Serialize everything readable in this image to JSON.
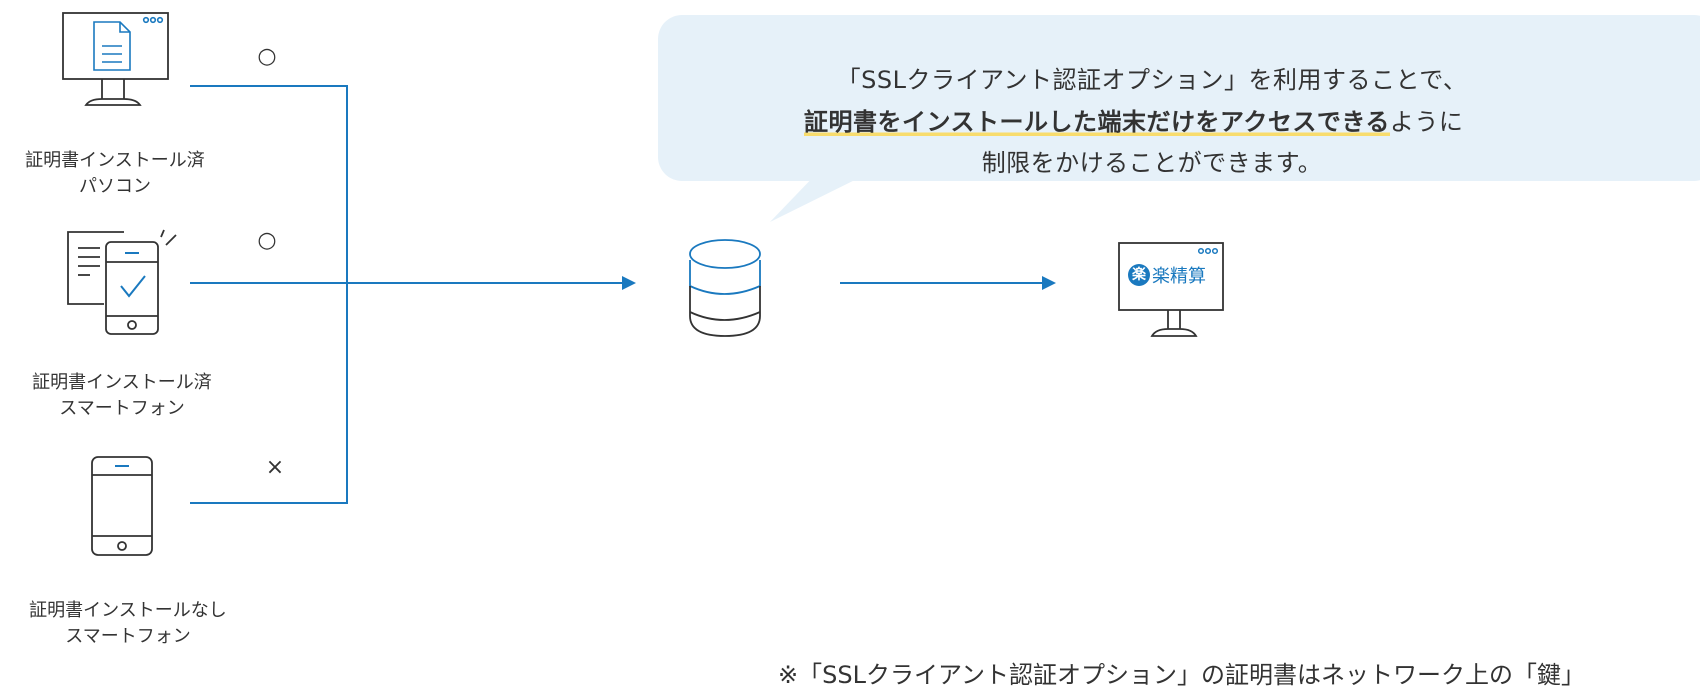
{
  "bubble": {
    "line1": "「SSLクライアント認証オプション」を利用することで、",
    "line2_highlight": "証明書をインストールした端末だけをアクセスできる",
    "line2_rest": "ように",
    "line3": "制限をかけることができます。"
  },
  "devices": [
    {
      "label_line1": "証明書インストール済",
      "label_line2": "パソコン",
      "mark": "○",
      "icon": "pc-document-icon"
    },
    {
      "label_line1": "証明書インストール済",
      "label_line2": "スマートフォン",
      "mark": "○",
      "icon": "smartphone-check-icon"
    },
    {
      "label_line1": "証明書インストールなし",
      "label_line2": "スマートフォン",
      "mark": "×",
      "icon": "smartphone-icon"
    }
  ],
  "server": {
    "icon": "database-icon"
  },
  "app": {
    "icon": "monitor-app-icon",
    "logo_char": "楽",
    "name": "楽精算"
  },
  "colors": {
    "line": "#1a79bf",
    "bubble": "#e6f1f9",
    "highlight": "#f8dc6d",
    "logo": "#1a79bf",
    "text": "#333333"
  },
  "footnote": "※「SSLクライアント認証オプション」の証明書はネットワーク上の「鍵」"
}
